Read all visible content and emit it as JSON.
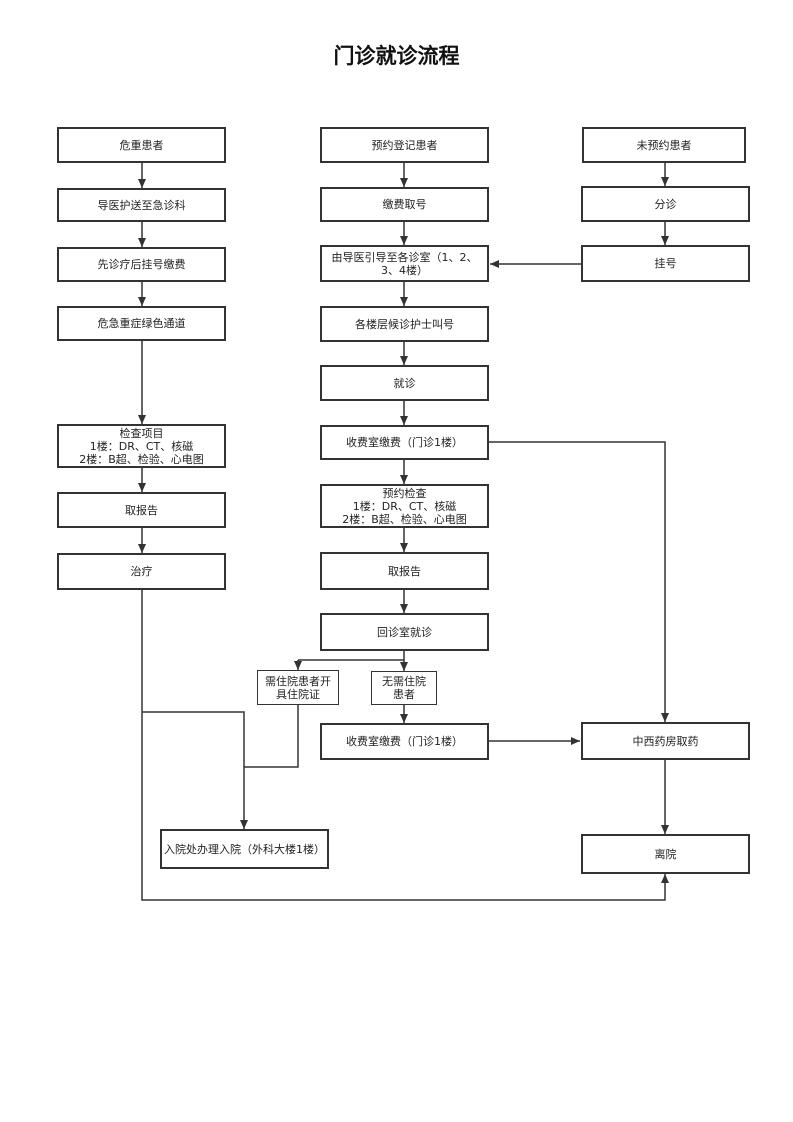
{
  "title": "门诊就诊流程",
  "nodes": {
    "n1": "危重患者",
    "n2": "导医护送至急诊科",
    "n3": "先诊疗后挂号缴费",
    "n4": "危急重症绿色通道",
    "n5": "检查项目\n1楼：DR、CT、核磁\n2楼：B超、检验、心电图",
    "n6": "取报告",
    "n7": "治疗",
    "m1": "预约登记患者",
    "m2": "缴费取号",
    "m3": "由导医引导至各诊室（1、2、\n3、4楼）",
    "m4": "各楼层候诊护士叫号",
    "m5": "就诊",
    "m6": "收费室缴费（门诊1楼）",
    "m7": "预约检查\n1楼：DR、CT、核磁\n2楼：B超、检验、心电图",
    "m8": "取报告",
    "m9": "回诊室就诊",
    "m10": "需住院患者开\n具住院证",
    "m11": "无需住院\n患者",
    "m12": "收费室缴费（门诊1楼）",
    "m13": "入院处办理入院（外科大楼1楼）",
    "r1": "未预约患者",
    "r2": "分诊",
    "r3": "挂号",
    "r4": "中西药房取药",
    "r5": "离院"
  }
}
